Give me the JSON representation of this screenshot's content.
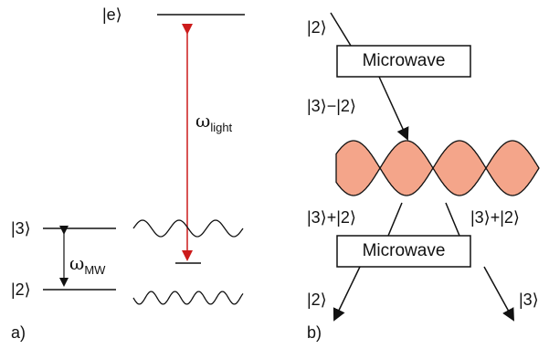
{
  "panel_a": {
    "tag": "a)",
    "level_e": "|e⟩",
    "level_3": "|3⟩",
    "level_2": "|2⟩",
    "omega_light": "ω",
    "omega_light_sub": "light",
    "omega_mw": "ω",
    "omega_mw_sub": "MW"
  },
  "panel_b": {
    "tag": "b)",
    "input_state": "|2⟩",
    "box_top": "Microwave",
    "after_first": "|3⟩−|2⟩",
    "left_mid": "|3⟩+|2⟩",
    "right_mid": "|3⟩+|2⟩",
    "box_bottom": "Microwave",
    "out_left": "|2⟩",
    "out_right": "|3⟩"
  },
  "colors": {
    "line": "#111111",
    "light_arrow": "#cc1b1b",
    "lattice_fill": "#f4a58a"
  }
}
